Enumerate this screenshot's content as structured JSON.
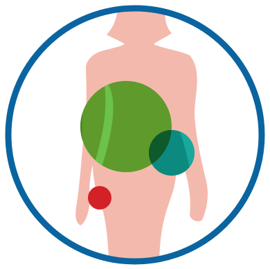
{
  "illustration": {
    "icon": "body-silhouette-icon",
    "colors": {
      "frame_ring": "#0a64a0",
      "background": "#ffffff",
      "body": "#f4b9ad",
      "large_green_circle": "#5e9a2c",
      "teal_circle": "#0d8a80",
      "overlap_dark": "#0e5a2a",
      "red_circle": "#d42027",
      "light_green_stripe": "#6cc24a"
    },
    "markers": [
      {
        "name": "large-green-marker",
        "color_key": "large_green_circle"
      },
      {
        "name": "teal-marker",
        "color_key": "teal_circle"
      },
      {
        "name": "red-marker",
        "color_key": "red_circle"
      }
    ]
  }
}
